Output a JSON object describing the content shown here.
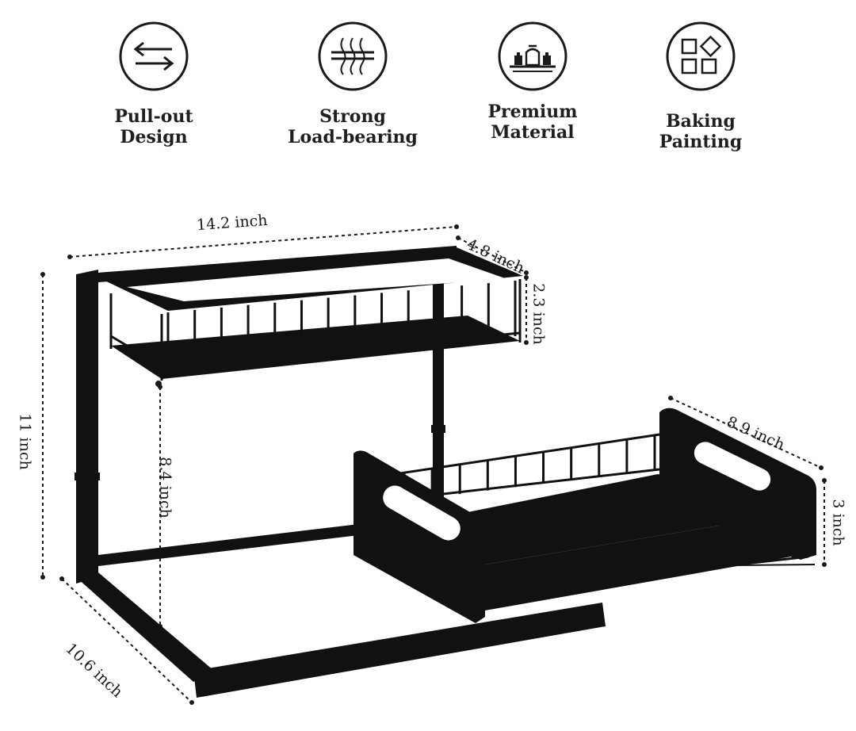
{
  "features": [
    {
      "icon": "pull-out-arrows-icon",
      "line1": "Pull-out",
      "line2": "Design"
    },
    {
      "icon": "load-bearing-icon",
      "line1": "Strong",
      "line2": "Load-bearing"
    },
    {
      "icon": "premium-material-icon",
      "line1": "Premium",
      "line2": "Material"
    },
    {
      "icon": "baking-painting-icon",
      "line1": "Baking",
      "line2": "Painting"
    }
  ],
  "dimensions": {
    "width": "14.2 inch",
    "top_depth": "4.8 inch",
    "top_height": "2.3 inch",
    "total_height": "11 inch",
    "shelf_gap": "8.4 inch",
    "base_depth": "10.6 inch",
    "drawer_length": "8.9 inch",
    "drawer_height": "3 inch"
  },
  "colors": {
    "product": "#111111",
    "text": "#1a1a1a"
  }
}
